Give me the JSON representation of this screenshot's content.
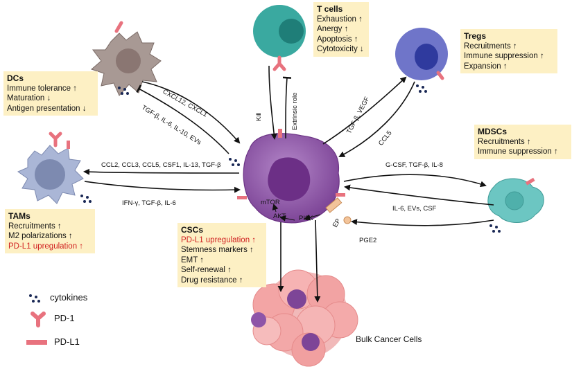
{
  "boxes": {
    "tcells": {
      "title": "T cells",
      "items": [
        "Exhaustion ↑",
        "Anergy ↑",
        "Apoptosis ↑",
        "Cytotoxicity ↓"
      ]
    },
    "tregs": {
      "title": "Tregs",
      "items": [
        "Recruitments ↑",
        "Immune suppression ↑",
        "Expansion ↑"
      ]
    },
    "dcs": {
      "title": "DCs",
      "items": [
        "Immune tolerance ↑",
        "Maturation ↓",
        "Antigen presentation ↓"
      ]
    },
    "mdscs": {
      "title": "MDSCs",
      "items": [
        "Recruitments ↑",
        "Immune suppression ↑"
      ]
    },
    "tams": {
      "title": "TAMs",
      "items": [
        "Recruitments ↑",
        "M2 polarizations ↑",
        "PD-L1 upregulation ↑"
      ]
    },
    "cscs": {
      "title": "CSCs",
      "items": [
        "PD-L1 upregulation ↑",
        "Stemness markers ↑",
        "EMT ↑",
        "Self-renewal ↑",
        "Drug resistance ↑"
      ]
    }
  },
  "arrow_labels": {
    "dc_cxcl": "CXCL12, CXCL1",
    "dc_tgf": "TGF-β, IL-6, IL-10, EVs",
    "tam_ccl": "CCL2, CCL3, CCL5, CSF1, IL-13, TGF-β",
    "tam_ifn": "IFN-γ, TGF-β, IL-6",
    "kill": "Kill",
    "extrinsic": "Extrinsic role",
    "treg_tgf": "TGF-β, VEGF",
    "treg_ccl5": "CCL5",
    "mdsc_gcsf": "G-CSF, TGF-β, IL-8",
    "mdsc_il6": "IL-6, EVs, CSF",
    "pge2": "PGE2"
  },
  "pathway": {
    "mtor": "mTOR",
    "akt": "AKT",
    "pi3k": "PI3K",
    "ep": "EP"
  },
  "bulk_label": "Bulk Cancer Cells",
  "legend": {
    "cytokines": "cytokines",
    "pd1": "PD-1",
    "pdl1": "PD-L1"
  },
  "colors": {
    "box_bg": "#fdf0c4",
    "csc": "#8e55a8",
    "tcell": "#3aa9a0",
    "treg": "#6f75c9",
    "dc": "#a89994",
    "tam": "#aab6d6",
    "mdsc": "#6cc6c2",
    "pd_marker": "#e8727e",
    "red_text": "#d02020"
  }
}
